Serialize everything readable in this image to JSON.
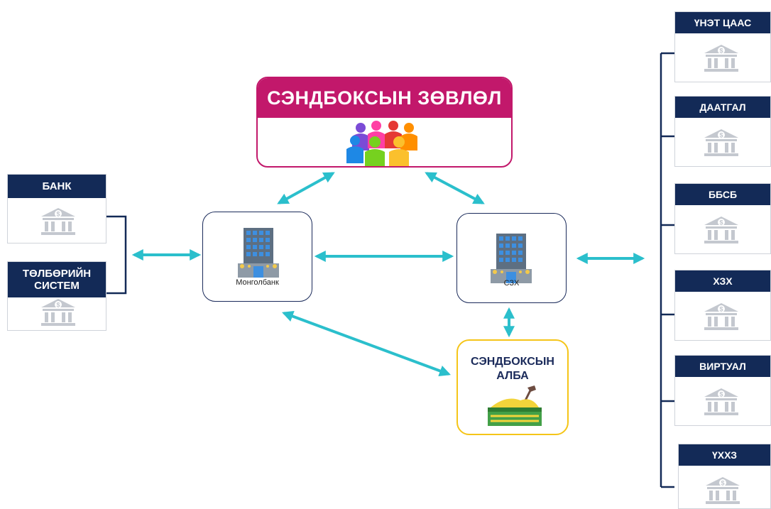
{
  "council": {
    "title": "СЭНДБОКСЫН ЗӨВЛӨЛ"
  },
  "center": {
    "mongolbank_label": "Монголбанк",
    "fra_label": "СЗХ"
  },
  "sandbox_unit": {
    "title_line1": "СЭНДБОКСЫН",
    "title_line2": "АЛБА"
  },
  "left_entities": [
    {
      "label": "БАНК"
    },
    {
      "label_line1": "ТӨЛБӨРИЙН",
      "label_line2": "СИСТЕМ"
    }
  ],
  "right_entities": [
    {
      "label": "ҮНЭТ ЦААС"
    },
    {
      "label": "ДААТГАЛ"
    },
    {
      "label": "ББСБ"
    },
    {
      "label": "ХЗХ"
    },
    {
      "label": "ВИРТУАЛ"
    },
    {
      "label": "ҮХХЗ"
    }
  ],
  "colors": {
    "navy": "#132a57",
    "magenta": "#c2186b",
    "teal": "#2bbfcc",
    "gold": "#f5c518",
    "icon_gray": "#c4c8cf"
  },
  "icons": {
    "entity": "bank-icon",
    "center": "building-icon",
    "council": "people-group-icon",
    "unit": "sandbox-icon"
  }
}
